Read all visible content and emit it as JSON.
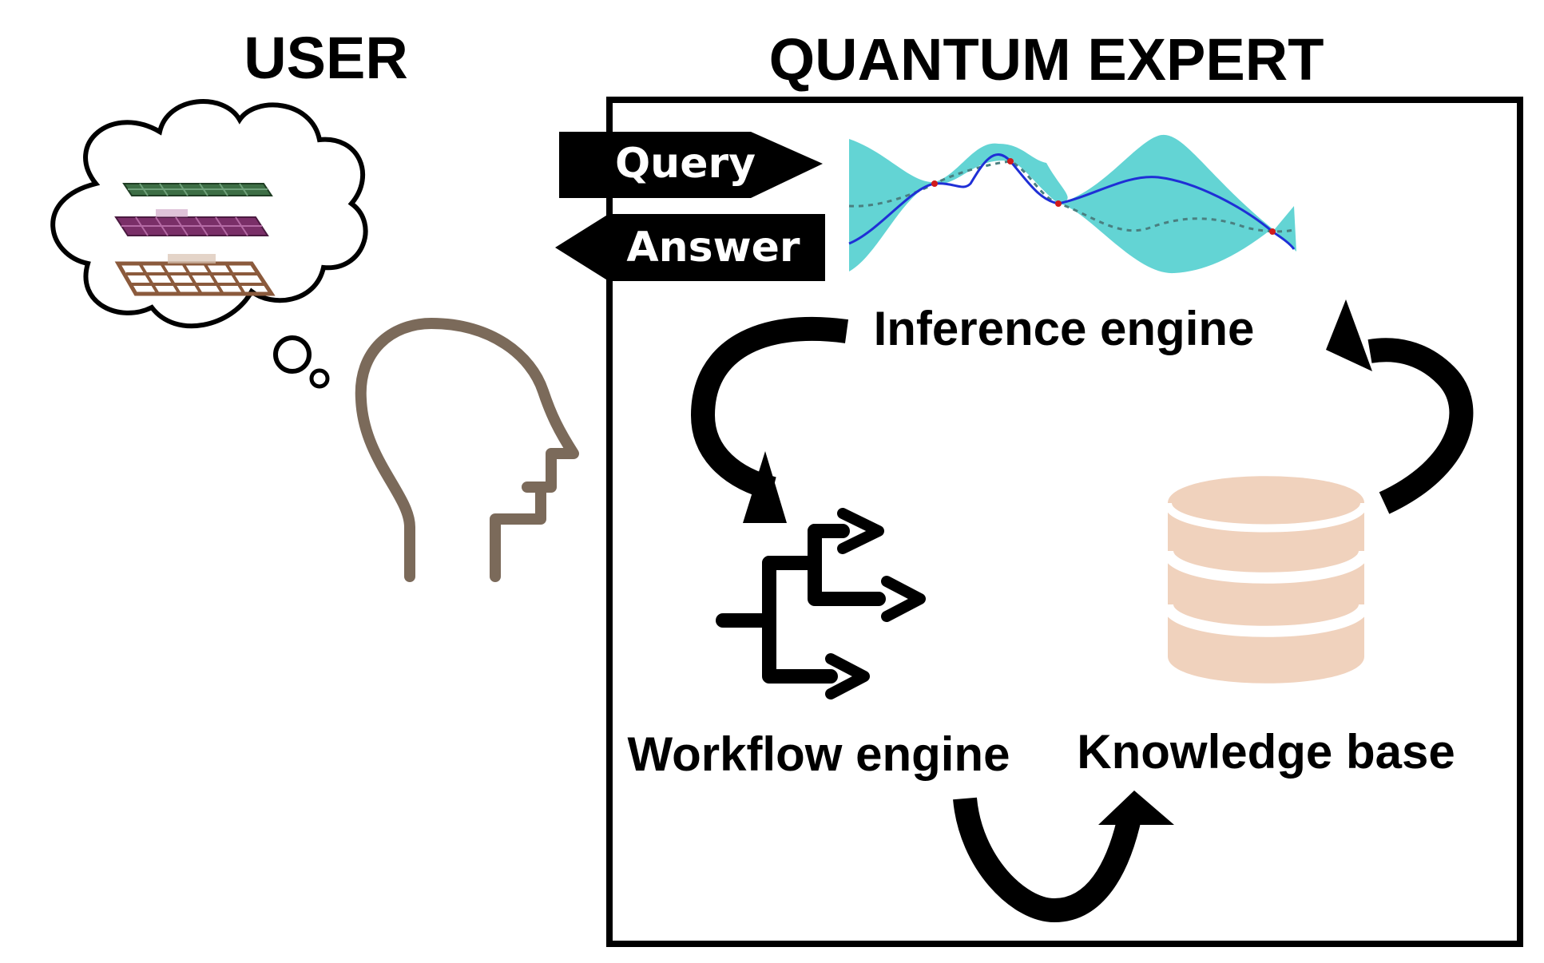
{
  "headings": {
    "user": "USER",
    "expert": "QUANTUM EXPERT"
  },
  "buttons": {
    "query": "Query",
    "answer": "Answer"
  },
  "components": {
    "inference_engine": "Inference engine",
    "workflow_engine": "Workflow engine",
    "knowledge_base": "Knowledge base"
  },
  "colors": {
    "head_outline": "#7b6a5a",
    "confidence_band": "#63d4d4",
    "mean_curve": "#1f2fd6",
    "sample_curve": "#4a7f80",
    "observation_points": "#d11b1b",
    "database": "#f0d2bd",
    "layer_top": "#3d6e45",
    "layer_middle": "#7a2f68",
    "layer_bottom": "#9b6a4a",
    "ink": "#000000"
  },
  "icons": {
    "user_head": "human-head-profile-icon",
    "thought": "thought-bubble-icon",
    "materials": "stacked-2d-material-layers-icon",
    "inference": "gaussian-process-plot-icon",
    "workflow": "branching-workflow-icon",
    "knowledge": "database-cylinder-icon"
  }
}
